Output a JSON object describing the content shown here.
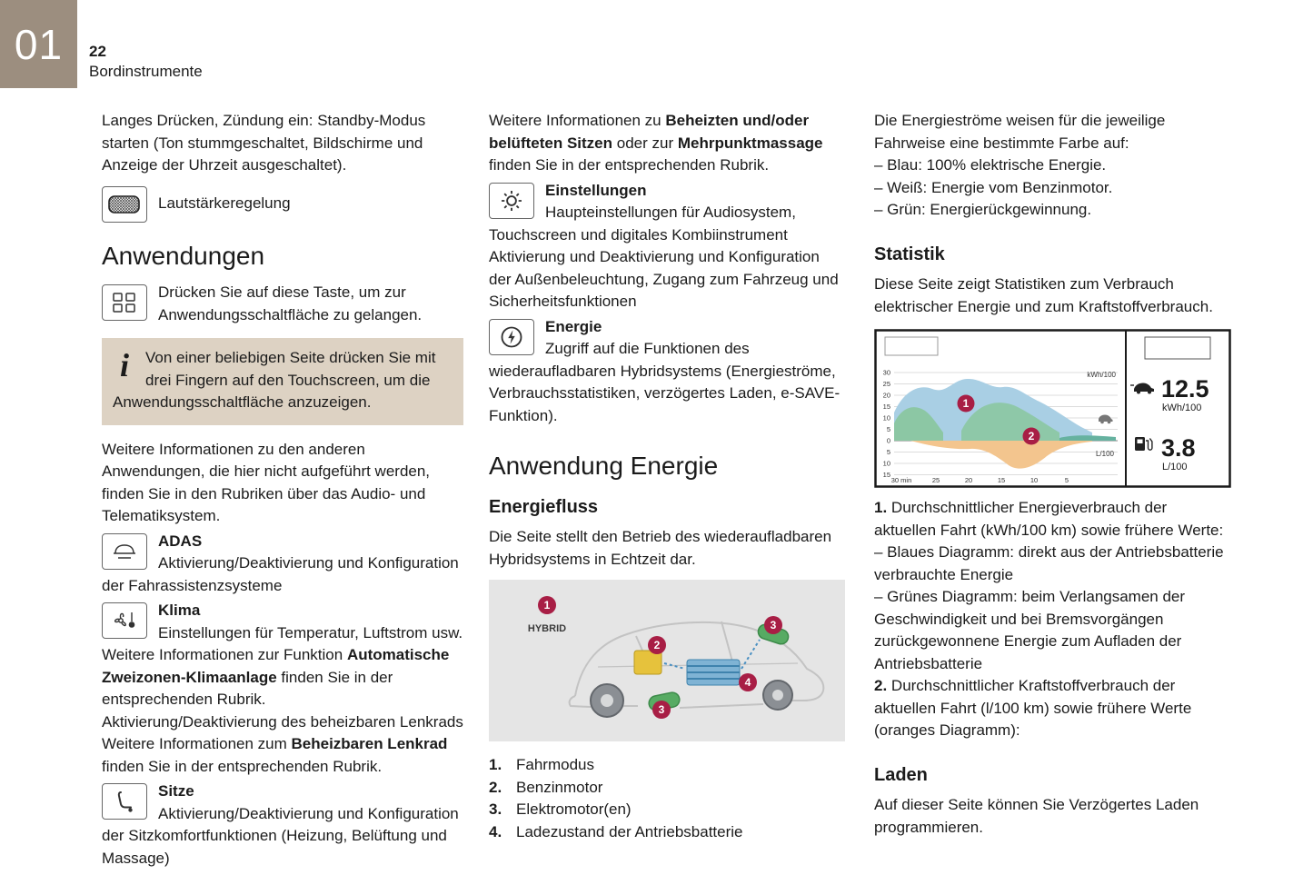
{
  "colors": {
    "chapter_box": "#9c8e7f",
    "info_box": "#ddd2c3",
    "badge_red": "#a81e45",
    "chart_blue": "#a9cfe4",
    "chart_green": "#8cc7a4",
    "chart_teal": "#66b2a0",
    "chart_orange": "#f3c58e"
  },
  "icons": {
    "volume": "volume-grille-icon",
    "apps": "apps-grid-icon",
    "info": "info-icon",
    "adas": "adas-car-icon",
    "klima": "climate-icon",
    "sitze": "seat-icon",
    "einstellungen": "settings-gear-icon",
    "energie": "energy-bolt-icon",
    "ev": "ev-consumption-icon",
    "fuel": "fuel-pump-icon",
    "car": "car-icon"
  },
  "header": {
    "chapter": "01",
    "page_number": "22",
    "chapter_title": "Bordinstrumente"
  },
  "col1": {
    "intro": "Langes Drücken, Zündung ein: Standby-Modus starten (Ton stummgeschaltet, Bildschirme und Anzeige der Uhrzeit ausgeschaltet).",
    "volume_label": "Lautstärkeregelung",
    "heading": "Anwendungen",
    "apps_text": "Drücken Sie auf diese Taste, um zur Anwendungsschaltfläche zu gelangen.",
    "info_i": "i",
    "info_text": "Von einer beliebigen Seite drücken Sie mit drei Fingern auf den Touchscreen, um die Anwendungsschaltfläche anzuzeigen.",
    "other_apps": "Weitere Informationen zu den anderen Anwendungen, die hier nicht aufgeführt werden, finden Sie in den Rubriken über das Audio- und Telematiksystem.",
    "adas": {
      "title": "ADAS",
      "text": "Aktivierung/Deaktivierung und Konfiguration der Fahrassistenzsysteme"
    },
    "klima": {
      "title": "Klima",
      "rich": [
        {
          "t": "Einstellungen für Temperatur, Luftstrom usw. Weitere Informationen zur Funktion ",
          "b": false
        },
        {
          "t": "Automatische Zweizonen-Klimaanlage",
          "b": true
        },
        {
          "t": " finden Sie in der entsprechenden Rubrik.",
          "b": false
        }
      ]
    },
    "lenkrad_rich": [
      {
        "t": "Aktivierung/Deaktivierung des beheizbaren Lenkrads Weitere Informationen zum ",
        "b": false
      },
      {
        "t": "Beheizbaren Lenkrad",
        "b": true
      },
      {
        "t": " finden Sie in der entsprechenden Rubrik.",
        "b": false
      }
    ],
    "sitze": {
      "title": "Sitze",
      "text": "Aktivierung/Deaktivierung und Konfiguration der Sitzkomfortfunktionen (Heizung, Belüftung und Massage)"
    }
  },
  "col2": {
    "intro_rich": [
      {
        "t": "Weitere Informationen zu ",
        "b": false
      },
      {
        "t": "Beheizten und/oder belüfteten Sitzen",
        "b": true
      },
      {
        "t": " oder zur ",
        "b": false
      },
      {
        "t": "Mehrpunktmassage",
        "b": true
      },
      {
        "t": " finden Sie in der entsprechenden Rubrik.",
        "b": false
      }
    ],
    "settings": {
      "title": "Einstellungen",
      "text": "Haupteinstellungen für Audiosystem, Touchscreen und digitales Kombiinstrument Aktivierung und Deaktivierung und Konfiguration der Außenbeleuchtung, Zugang zum Fahrzeug und Sicherheitsfunktionen"
    },
    "energy": {
      "title": "Energie",
      "text": "Zugriff auf die Funktionen des wiederaufladbaren Hybridsystems (Energieströme, Verbrauchsstatistiken, verzögertes Laden, e-SAVE-Funktion)."
    },
    "heading": "Anwendung Energie",
    "subheading": "Energiefluss",
    "flow_text": "Die Seite stellt den Betrieb des wiederaufladbaren Hybridsystems in Echtzeit dar.",
    "diagram": {
      "label": "HYBRID",
      "badge1": "1",
      "badge2": "2",
      "badge3": "3",
      "badge4": "4"
    },
    "list": [
      {
        "n": "1.",
        "t": "Fahrmodus"
      },
      {
        "n": "2.",
        "t": "Benzinmotor"
      },
      {
        "n": "3.",
        "t": "Elektromotor(en)"
      },
      {
        "n": "4.",
        "t": "Ladezustand der Antriebsbatterie"
      }
    ]
  },
  "col3": {
    "intro": "Die Energieströme weisen für die jeweilige Fahrweise eine bestimmte Farbe auf:",
    "bullets": [
      "– Blau: 100% elektrische Energie.",
      "– Weiß: Energie vom Benzinmotor.",
      "– Grün: Energierückgewinnung."
    ],
    "statistik_heading": "Statistik",
    "statistik_text": "Diese Seite zeigt Statistiken zum Verbrauch elektrischer Energie und zum Kraftstoffverbrauch.",
    "chart": {
      "type": "area",
      "y_ticks": [
        "30",
        "25",
        "20",
        "15",
        "10",
        "5",
        "0",
        "5",
        "10",
        "15"
      ],
      "x_ticks": [
        "30 min",
        "25",
        "20",
        "15",
        "10",
        "5"
      ],
      "unit_top": "kWh/100",
      "unit_bottom": "L/100",
      "badge1": "1",
      "badge2": "2",
      "value1": "12.5",
      "value1_unit": "kWh/100",
      "value2": "3.8",
      "value2_unit": "L/100"
    },
    "item1_rich": [
      {
        "t": "1.",
        "b": true
      },
      {
        "t": " Durchschnittlicher Energieverbrauch der aktuellen Fahrt (kWh/100 km) sowie frühere Werte:",
        "b": false
      }
    ],
    "bullet_blue": "– Blaues Diagramm: direkt aus der Antriebsbatterie verbrauchte Energie",
    "bullet_green": "– Grünes Diagramm: beim Verlangsamen der Geschwindigkeit und bei Bremsvorgängen zurückgewonnene Energie zum Aufladen der Antriebsbatterie",
    "item2_rich": [
      {
        "t": "2.",
        "b": true
      },
      {
        "t": " Durchschnittlicher Kraftstoffverbrauch der aktuellen Fahrt (l/100 km) sowie frühere Werte (oranges Diagramm):",
        "b": false
      }
    ],
    "laden_heading": "Laden",
    "laden_text": "Auf dieser Seite können Sie Verzögertes Laden programmieren."
  }
}
